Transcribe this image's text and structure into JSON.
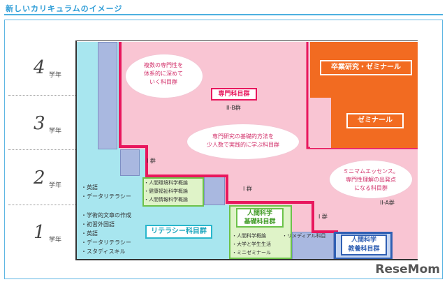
{
  "title": "新しいカリキュラムのイメージ",
  "years": [
    {
      "num": "4",
      "suffix": "学年"
    },
    {
      "num": "3",
      "suffix": "学年"
    },
    {
      "num": "2",
      "suffix": "学年"
    },
    {
      "num": "1",
      "suffix": "学年"
    }
  ],
  "clouds": {
    "upper_left": "複数の専門性を\n体系的に深めて\nいく科目群",
    "middle": "専門研究の基礎的方法を\n少人数で実践的に学ぶ科目群",
    "right": "ミニマムエッセンス。\n専門性理解の出発点\nになる科目群"
  },
  "tags": {
    "senmon": "専門科目群",
    "literacy": "リテラシー科目群",
    "ningen_kiso": "人間科学\n基礎科目群",
    "ningen_kyoyo": "人間科学\n教養科目群",
    "sotsugyo": "卒業研究・ゼミナール",
    "seminar": "ゼミナール"
  },
  "group_labels": {
    "ii_b": "II-B群",
    "i_upper": "I 群",
    "i_middle": "I 群",
    "i_lower": "I 群",
    "ii_a": "II-A群"
  },
  "lists": {
    "literacy_upper": [
      "・英語",
      "・データリテラシー"
    ],
    "literacy_lower": [
      "・学術的文章の作成",
      "・初習外国語",
      "・英語",
      "・データリテラシー",
      "・スタディスキル"
    ],
    "green_courses": [
      "・人間環境科学概論",
      "・健康福祉科学概論",
      "・人間情報科学概論"
    ],
    "kiso_courses": [
      "・人間科学概論",
      "・大学と学生生活",
      "・ミニゼミナール"
    ],
    "kiso_extra": "・リメディアル科目"
  },
  "logo": "ReseMom",
  "colors": {
    "cyan": "#a8e6ef",
    "pink": "#f9c5d3",
    "magenta": "#e8175d",
    "orange": "#f26b21",
    "green": "#6cc24a",
    "blue": "#2f5fb3",
    "lavender": "#a9b8e0"
  }
}
